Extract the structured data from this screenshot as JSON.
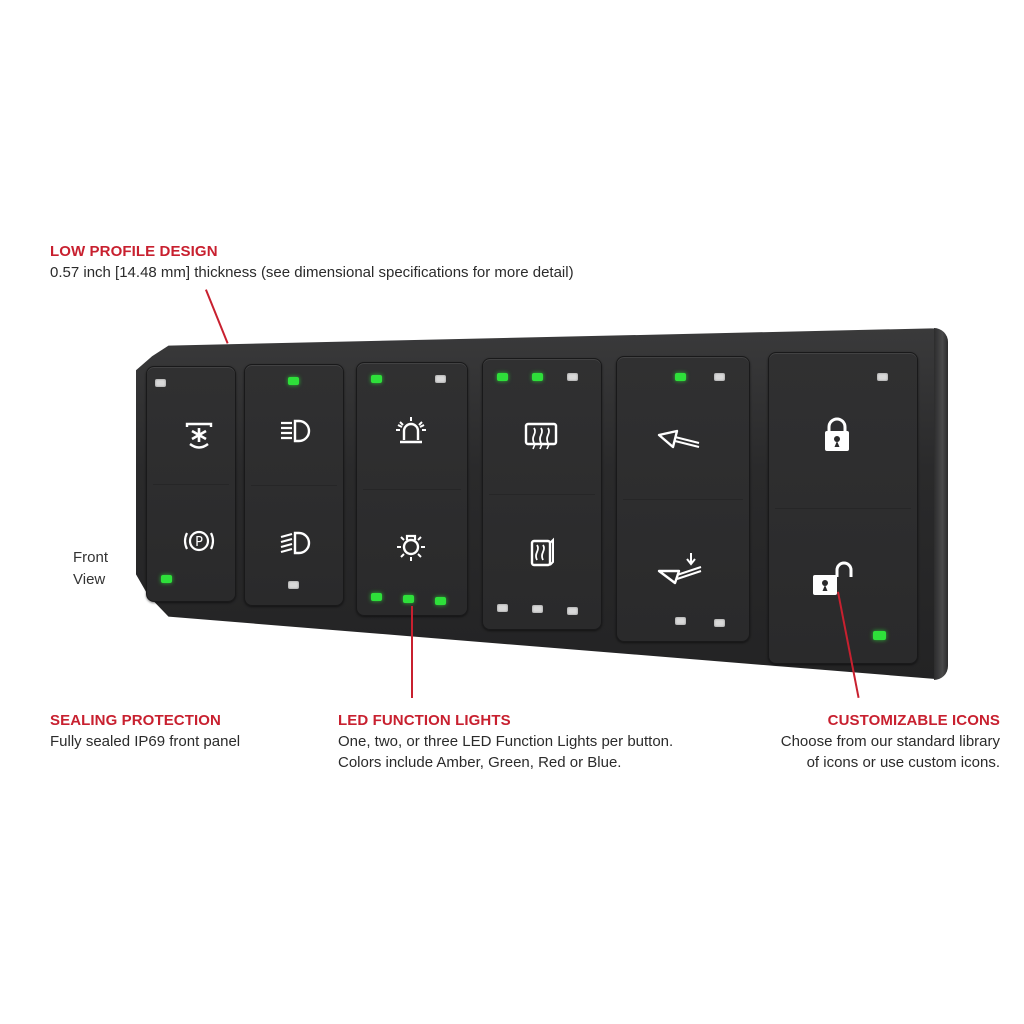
{
  "callouts": {
    "low_profile": {
      "title": "LOW PROFILE DESIGN",
      "desc": "0.57 inch [14.48 mm] thickness (see dimensional specifications for more detail)"
    },
    "sealing": {
      "title": "SEALING PROTECTION",
      "desc": "Fully sealed IP69 front panel"
    },
    "led_lights": {
      "title": "LED FUNCTION LIGHTS",
      "desc_line1": "One, two, or three LED Function Lights per button.",
      "desc_line2": "Colors include Amber, Green, Red or Blue."
    },
    "icons": {
      "title": "CUSTOMIZABLE ICONS",
      "desc_line1": "Choose from our standard library",
      "desc_line2": "of icons or use custom icons."
    }
  },
  "front_view": {
    "line1": "Front",
    "line2": "View"
  },
  "colors": {
    "accent_red": "#c8202f",
    "led_green": "#2ee03a",
    "led_off": "#d8d8d8",
    "panel": "#2a2a2b"
  },
  "panel": {
    "buttons": [
      {
        "column": 1,
        "top_icon": "work-light-icon",
        "bottom_icon": "parking-brake-icon",
        "leds_top": [
          "white"
        ],
        "leds_bottom": [
          "green"
        ]
      },
      {
        "column": 2,
        "top_icon": "low-beam-headlight-icon",
        "bottom_icon": "high-beam-headlight-icon",
        "leds_top": [
          "green"
        ],
        "leds_bottom": [
          "white"
        ]
      },
      {
        "column": 3,
        "top_icon": "beacon-light-icon",
        "bottom_icon": "light-bulb-icon",
        "leds_top": [
          "green",
          "white"
        ],
        "leds_bottom": [
          "green",
          "green",
          "green"
        ]
      },
      {
        "column": 4,
        "top_icon": "rear-defrost-icon",
        "bottom_icon": "mirror-heat-icon",
        "leds_top": [
          "green",
          "green",
          "white"
        ],
        "leds_bottom": [
          "white",
          "white",
          "white"
        ]
      },
      {
        "column": 5,
        "top_icon": "plow-raise-icon",
        "bottom_icon": "plow-lower-icon",
        "leds_top": [
          "green",
          "white"
        ],
        "leds_bottom": [
          "white",
          "white"
        ]
      },
      {
        "column": 6,
        "top_icon": "lock-icon",
        "bottom_icon": "unlock-icon",
        "leds_top": [
          "white"
        ],
        "leds_bottom": [
          "green"
        ]
      }
    ]
  }
}
